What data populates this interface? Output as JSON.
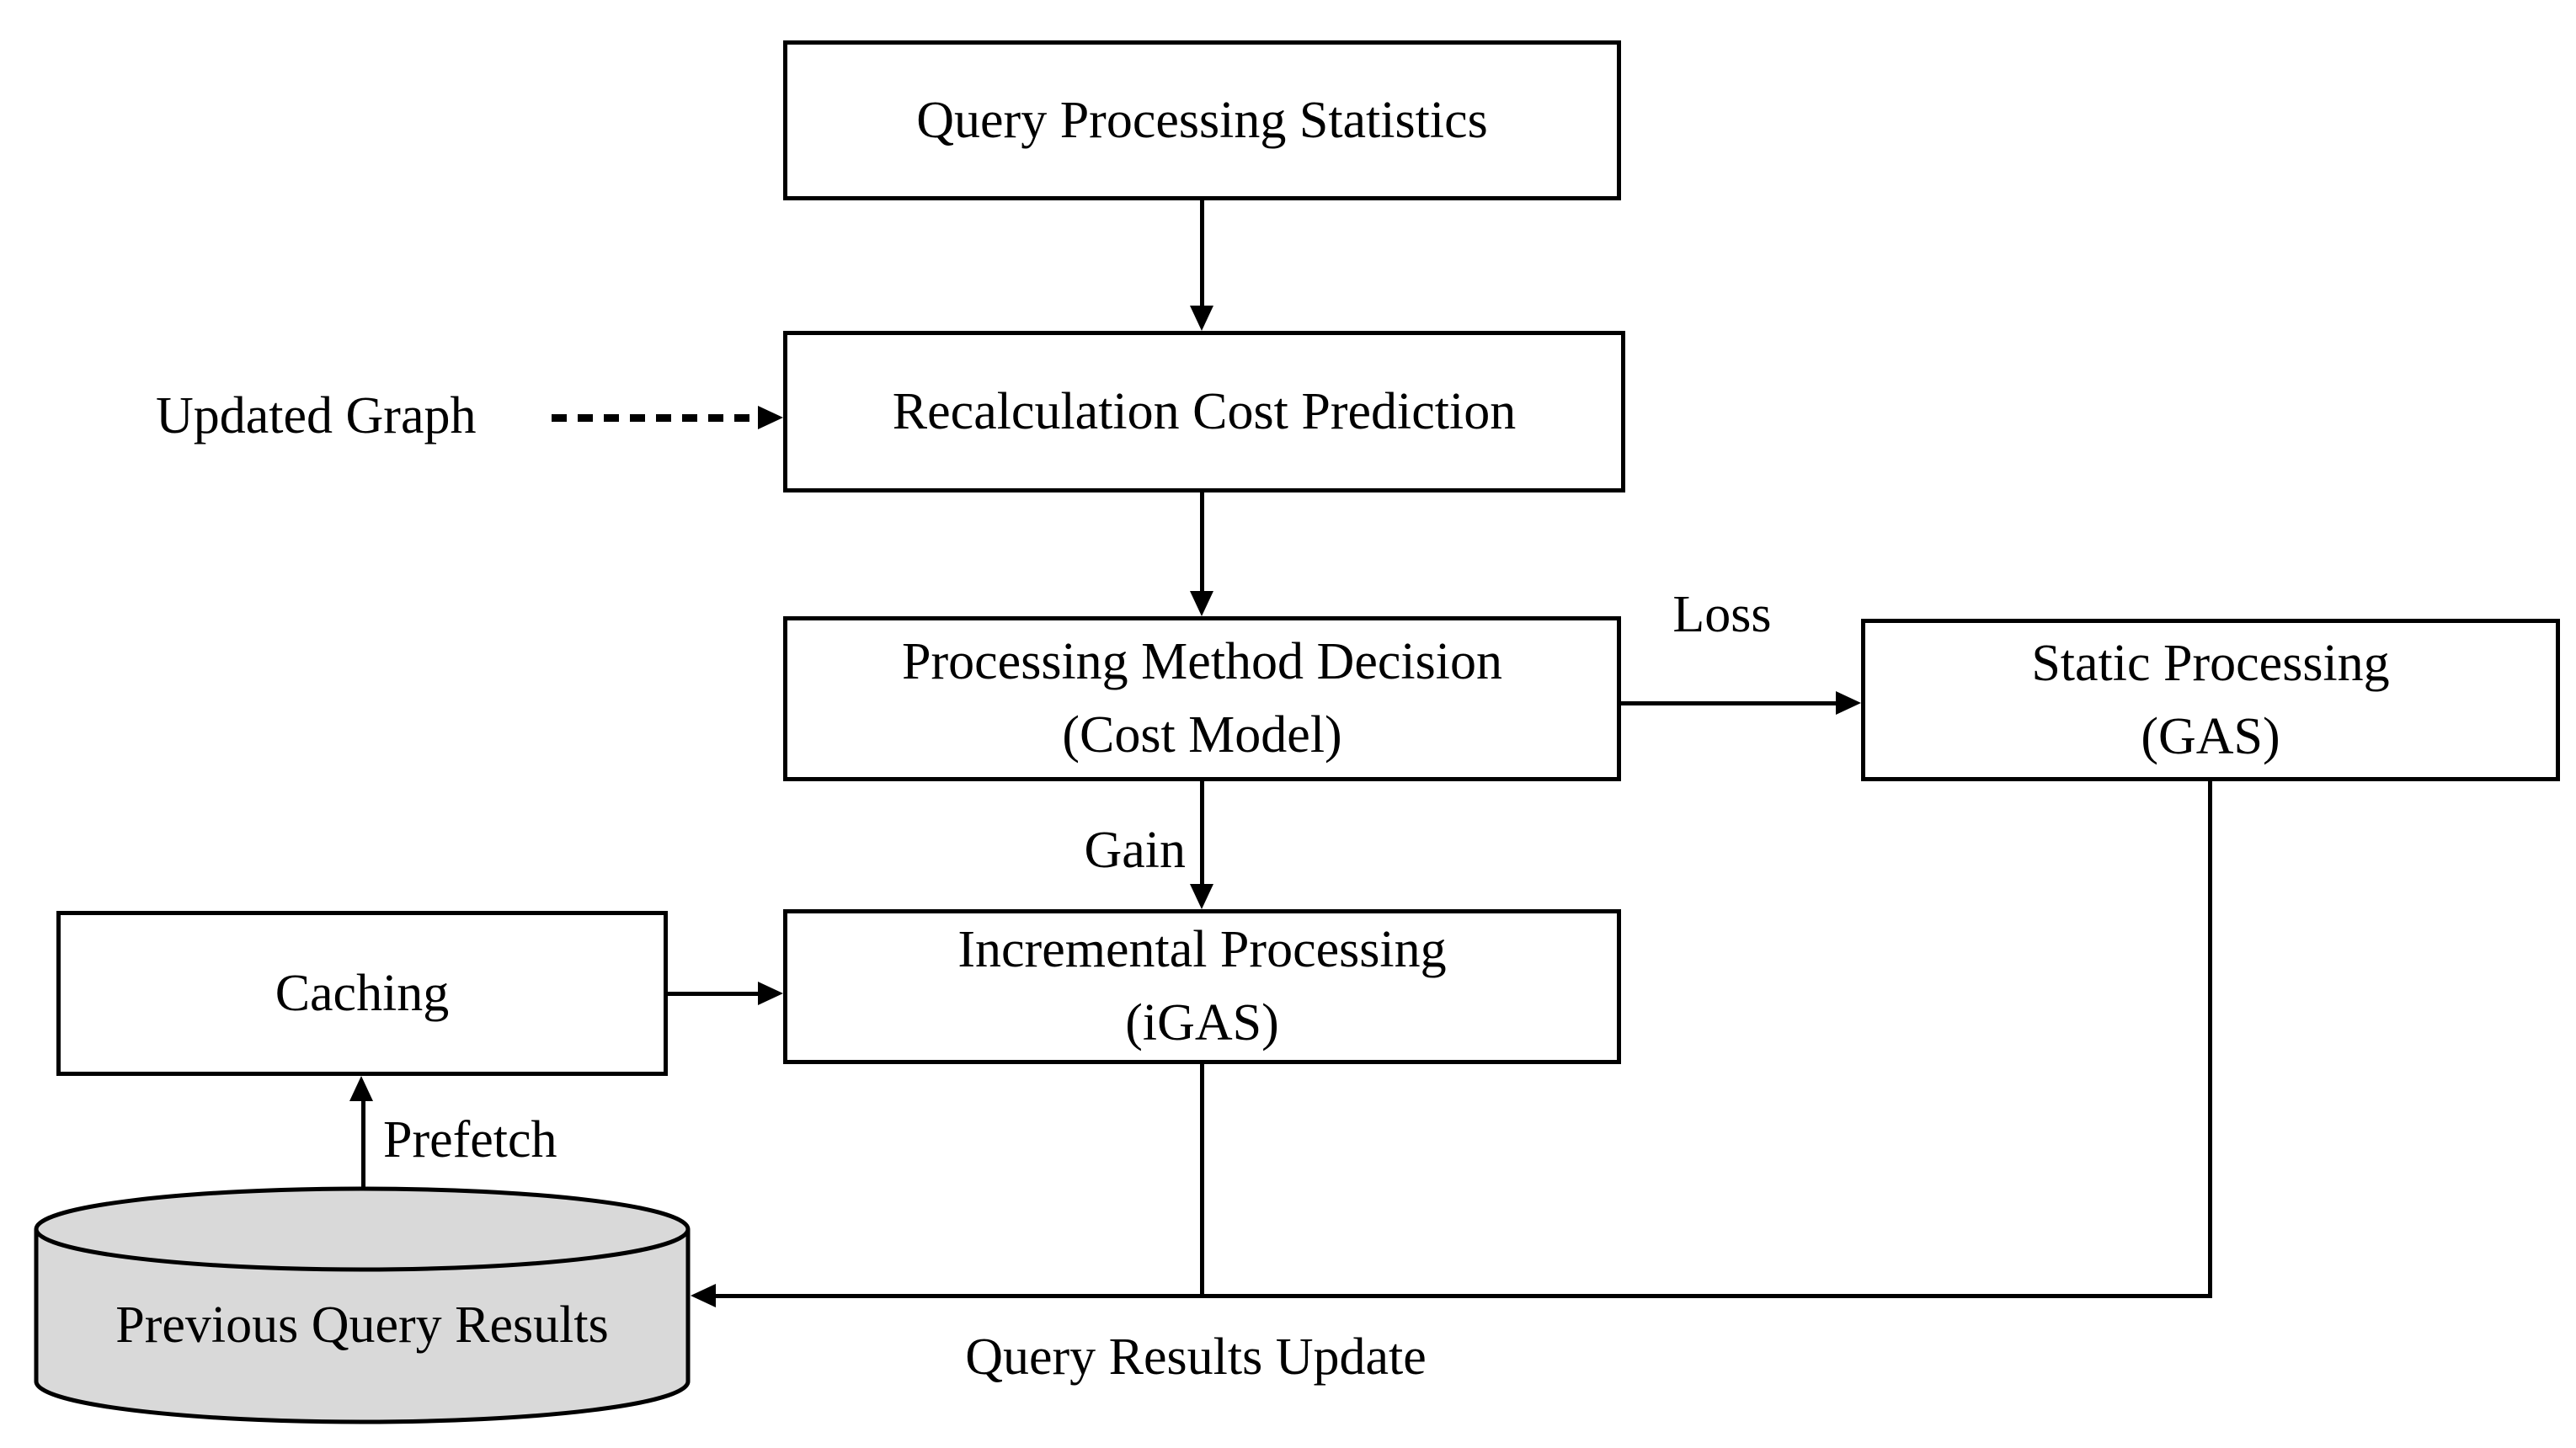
{
  "diagram": {
    "nodes": {
      "query_stats": {
        "label": "Query Processing Statistics"
      },
      "recalc": {
        "label": "Recalculation Cost Prediction"
      },
      "decision": {
        "line1": "Processing Method Decision",
        "line2": "(Cost Model)"
      },
      "static_processing": {
        "line1": "Static Processing",
        "line2": "(GAS)"
      },
      "incremental": {
        "line1": "Incremental Processing",
        "line2": "(iGAS)"
      },
      "caching": {
        "label": "Caching"
      },
      "previous_results": {
        "label": "Previous Query Results"
      }
    },
    "edge_labels": {
      "updated_graph": "Updated Graph",
      "loss": "Loss",
      "gain": "Gain",
      "prefetch": "Prefetch",
      "query_results_update": "Query Results Update"
    },
    "colors": {
      "background": "#ffffff",
      "stroke": "#000000",
      "box_fill": "#ffffff",
      "cylinder_fill": "#d9d9d9"
    }
  }
}
